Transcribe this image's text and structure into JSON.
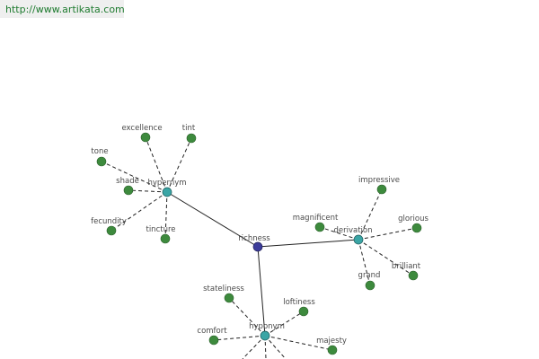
{
  "header": {
    "url": "http://www.artikata.com"
  },
  "graph": {
    "root": "richness",
    "hubs": {
      "hypernym": "hypernym",
      "derivation": "derivation",
      "hyponym": "hyponym"
    },
    "hypernym_leaves": [
      "excellence",
      "tint",
      "tone",
      "shade",
      "fecundity",
      "tincture"
    ],
    "derivation_leaves": [
      "impressive",
      "magnificent",
      "glorious",
      "grand",
      "brilliant"
    ],
    "hyponym_leaves": [
      "stateliness",
      "loftiness",
      "comfort",
      "majesty"
    ]
  }
}
